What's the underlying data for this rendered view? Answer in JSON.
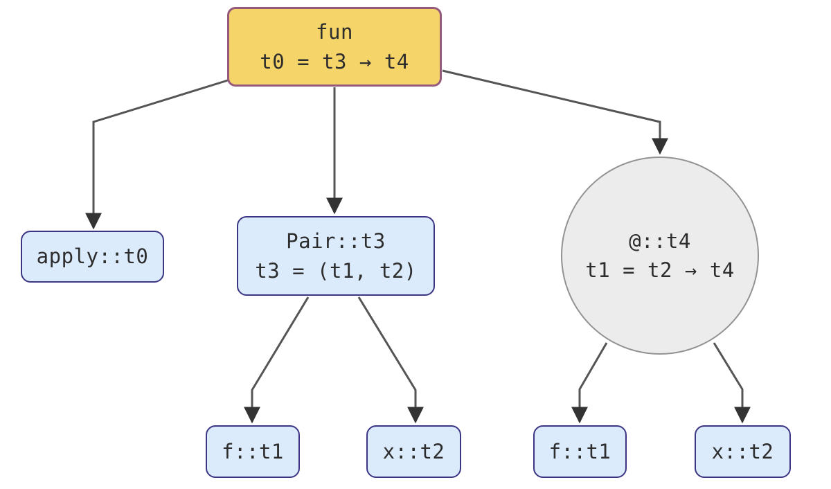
{
  "diagram": {
    "type": "tree",
    "background": "#ffffff",
    "nodes": [
      {
        "id": "fun",
        "shape": "rounded-rect",
        "variant": "highlight",
        "lines": [
          "fun",
          "t0 = t3 → t4"
        ]
      },
      {
        "id": "apply",
        "shape": "rounded-rect",
        "variant": "default",
        "lines": [
          "apply::t0"
        ]
      },
      {
        "id": "pair",
        "shape": "rounded-rect",
        "variant": "default",
        "lines": [
          "Pair::t3",
          "t3 = (t1, t2)"
        ]
      },
      {
        "id": "application",
        "shape": "circle",
        "variant": "circle",
        "lines": [
          "@::t4",
          "t1 = t2 → t4"
        ]
      },
      {
        "id": "f-left",
        "shape": "rounded-rect",
        "variant": "default",
        "lines": [
          "f::t1"
        ]
      },
      {
        "id": "x-left",
        "shape": "rounded-rect",
        "variant": "default",
        "lines": [
          "x::t2"
        ]
      },
      {
        "id": "f-right",
        "shape": "rounded-rect",
        "variant": "default",
        "lines": [
          "f::t1"
        ]
      },
      {
        "id": "x-right",
        "shape": "rounded-rect",
        "variant": "default",
        "lines": [
          "x::t2"
        ]
      }
    ],
    "edges": [
      {
        "from": "fun",
        "to": "apply",
        "arrow": "solid-triangle"
      },
      {
        "from": "fun",
        "to": "pair",
        "arrow": "solid-triangle"
      },
      {
        "from": "fun",
        "to": "application",
        "arrow": "solid-triangle"
      },
      {
        "from": "pair",
        "to": "f-left",
        "arrow": "solid-triangle"
      },
      {
        "from": "pair",
        "to": "x-left",
        "arrow": "solid-triangle"
      },
      {
        "from": "application",
        "to": "f-right",
        "arrow": "solid-triangle"
      },
      {
        "from": "application",
        "to": "x-right",
        "arrow": "solid-triangle"
      }
    ],
    "colors": {
      "highlight_fill": "#f5d469",
      "highlight_border": "#95597b",
      "node_fill": "#dcebfc",
      "node_border": "#3b3583",
      "circle_fill": "#ececec",
      "circle_border": "#929292",
      "edge_stroke": "#555555",
      "arrowhead": "#333333",
      "text": "#2d2d2d"
    }
  }
}
